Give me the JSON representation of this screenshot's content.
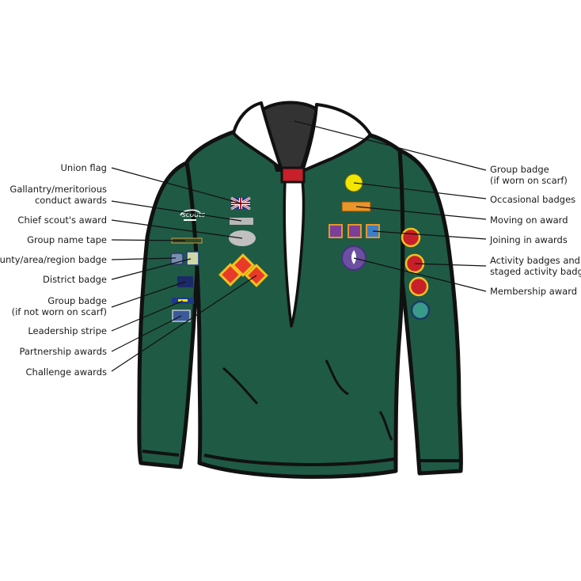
{
  "labels_left": [
    {
      "id": "union-flag",
      "lines": [
        "Union flag"
      ]
    },
    {
      "id": "gallantry",
      "lines": [
        "Gallantry/meritorious",
        "conduct awards"
      ]
    },
    {
      "id": "chief-scout",
      "lines": [
        "Chief scout's award"
      ]
    },
    {
      "id": "group-name-tape",
      "lines": [
        "Group name tape"
      ]
    },
    {
      "id": "county-badge",
      "lines": [
        "County/area/region badge"
      ]
    },
    {
      "id": "district-badge",
      "lines": [
        "District badge"
      ]
    },
    {
      "id": "group-badge-not-scarf",
      "lines": [
        "Group badge",
        "(if not worn on scarf)"
      ]
    },
    {
      "id": "leadership-stripe",
      "lines": [
        "Leadership stripe"
      ]
    },
    {
      "id": "partnership-awards",
      "lines": [
        "Partnership awards"
      ]
    },
    {
      "id": "challenge-awards",
      "lines": [
        "Challenge awards"
      ]
    }
  ],
  "labels_right": [
    {
      "id": "group-badge-scarf",
      "lines": [
        "Group badge",
        "(if worn on scarf)"
      ]
    },
    {
      "id": "occasional-badges",
      "lines": [
        "Occasional badges"
      ]
    },
    {
      "id": "moving-on-award",
      "lines": [
        "Moving on award"
      ]
    },
    {
      "id": "joining-in-awards",
      "lines": [
        "Joining in awards"
      ]
    },
    {
      "id": "activity-badges",
      "lines": [
        "Activity badges and",
        "staged activity badges"
      ]
    },
    {
      "id": "membership-award",
      "lines": [
        "Membership award"
      ]
    }
  ],
  "jumper_logo_text": "scouts",
  "colors": {
    "jumper": "#1f5a45",
    "outline": "#111111",
    "scarf": "#ffffff",
    "woggle": "#c8202a",
    "occasional_badge": "#f2e600",
    "chief_scout_award": "#c0c0c0",
    "challenge_award": "#e8392a",
    "challenge_border": "#f2c21d",
    "joining_in": "#7b3f98",
    "membership": "#6b4fa0",
    "activity": "#c8202a",
    "activity_border": "#f2c21d"
  }
}
